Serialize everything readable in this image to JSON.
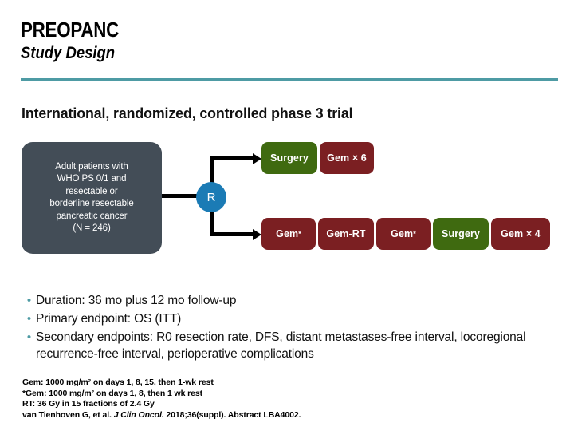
{
  "header": {
    "title": "PREOPANC",
    "subtitle": "Study Design",
    "rule_color": "#4e9ba4"
  },
  "subtitle_line": "International, randomized, controlled phase 3 trial",
  "diagram": {
    "patient_box": {
      "lines": [
        "Adult patients with",
        "WHO PS 0/1 and",
        "resectable or",
        "borderline resectable",
        "pancreatic cancer",
        "(N = 246)"
      ],
      "fill": "#434d57",
      "text_color": "#ffffff"
    },
    "randomization_node": {
      "label": "R",
      "fill": "#1b7bb5"
    },
    "arm_top": {
      "name": "arm-a-upfront-surgery",
      "boxes": [
        {
          "label": "Surgery",
          "color": "#3f6a10",
          "kind": "surgery",
          "width": 70
        },
        {
          "label": "Gem × 6",
          "color": "#7b1f22",
          "kind": "chemo",
          "width": 68
        }
      ]
    },
    "arm_bottom": {
      "name": "arm-b-neoadjuvant-chemoradiotherapy",
      "boxes": [
        {
          "label": "Gem",
          "sup": "*",
          "color": "#7b1f22",
          "kind": "chemo",
          "width": 68
        },
        {
          "label": "Gem-RT",
          "sup": "",
          "color": "#7b1f22",
          "kind": "chemoradiation",
          "width": 70
        },
        {
          "label": "Gem",
          "sup": "*",
          "color": "#7b1f22",
          "kind": "chemo",
          "width": 68
        },
        {
          "label": "Surgery",
          "sup": "",
          "color": "#3f6a10",
          "kind": "surgery",
          "width": 70
        },
        {
          "label": "Gem × 4",
          "sup": "",
          "color": "#7b1f22",
          "kind": "chemo",
          "width": 74
        }
      ]
    }
  },
  "bullets": [
    {
      "marker": "•",
      "text": "Duration: 36 mo plus 12 mo follow-up"
    },
    {
      "marker": "•",
      "text": "Primary endpoint: OS (ITT)"
    },
    {
      "marker": "•",
      "text": "Secondary endpoints: R0 resection rate, DFS, distant metastases-free interval, locoregional recurrence-free interval, perioperative complications"
    }
  ],
  "footnotes": [
    {
      "text": "Gem: 1000 mg/m² on days 1, 8, 15, then 1-wk rest"
    },
    {
      "text": "*Gem: 1000 mg/m² on days 1, 8, then 1 wk rest"
    },
    {
      "text": "RT: 36 Gy in 15 fractions of 2.4 Gy"
    }
  ],
  "citation": {
    "authors": "van Tienhoven G, et al.",
    "journal": "J Clin Oncol.",
    "details": "2018;36(suppl). Abstract LBA4002."
  }
}
